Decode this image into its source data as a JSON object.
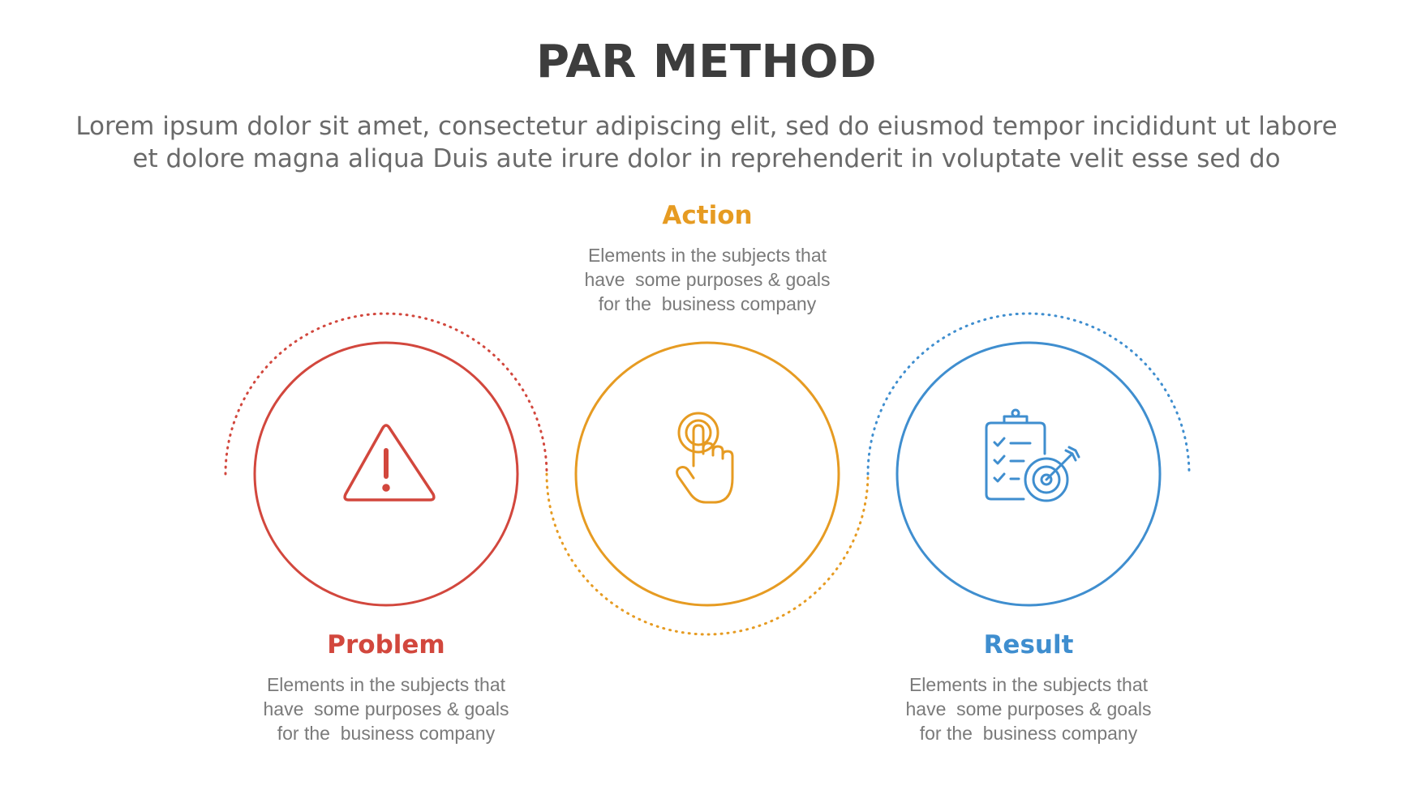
{
  "header": {
    "title": "PAR METHOD",
    "subtitle_line1": "Lorem ipsum dolor sit amet, consectetur adipiscing elit, sed do eiusmod tempor incididunt ut labore",
    "subtitle_line2": "et dolore magna aliqua Duis aute irure dolor in reprehenderit in voluptate velit esse sed do"
  },
  "steps": [
    {
      "label": "Problem",
      "color": "#d2473d",
      "icon": "warning-icon",
      "desc_line1": "Elements in the subjects that",
      "desc_line2": "have  some purposes & goals",
      "desc_line3": "for the  business company"
    },
    {
      "label": "Action",
      "color": "#e69b22",
      "icon": "tap-hand-icon",
      "desc_line1": "Elements in the subjects that",
      "desc_line2": "have  some purposes & goals",
      "desc_line3": "for the  business company"
    },
    {
      "label": "Result",
      "color": "#3f8ecf",
      "icon": "clipboard-target-icon",
      "desc_line1": "Elements in the subjects that",
      "desc_line2": "have  some purposes & goals",
      "desc_line3": "for the  business company"
    }
  ]
}
